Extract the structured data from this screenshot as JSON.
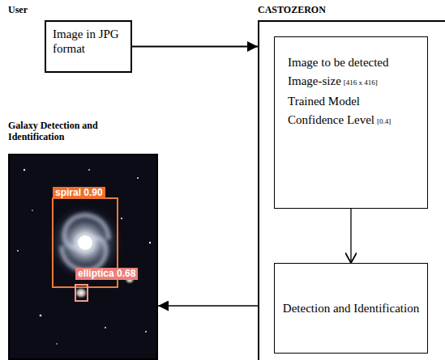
{
  "diagram": {
    "nodes": [
      {
        "text": [
          "User",
          "Image in JPG format"
        ]
      },
      {
        "text": [
          "CASTOZERON"
        ]
      },
      {
        "text": [
          "Image to be detected",
          "Image-size",
          "[416 x 416]",
          "Trained Model",
          "Confidence Level",
          "[0.4]"
        ],
        "in": 1
      },
      {
        "text": [
          "Detection and Identification"
        ],
        "in": 1
      },
      {
        "text": [
          "Galaxy Detection and Identification"
        ]
      }
    ],
    "edges": [
      {
        "from": 0,
        "to": 1,
        "arrow": "to"
      },
      {
        "from": 2,
        "to": 3,
        "arrow": "to"
      },
      {
        "from": 1,
        "to": 4,
        "arrow": "to"
      }
    ],
    "labels": [
      "spiral 0.90",
      "elliptica 0.68"
    ]
  }
}
